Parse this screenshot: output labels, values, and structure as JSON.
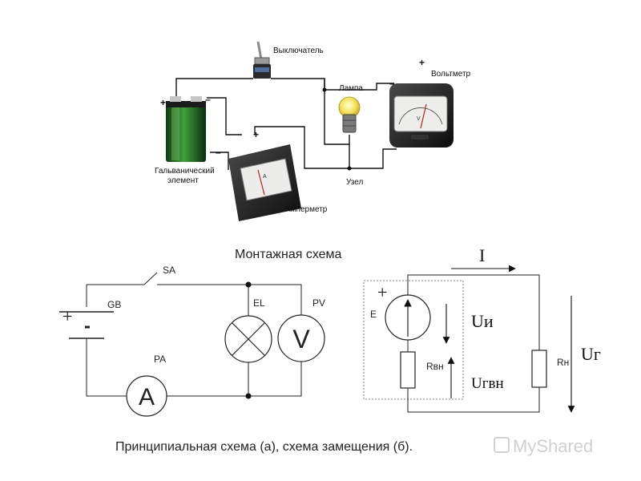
{
  "photo": {
    "switch_label": "Выключатель",
    "lamp_label": "Лампа",
    "voltmeter_label": "Вольтметр",
    "battery_label_line1": "Гальванический",
    "battery_label_line2": "элемент",
    "ammeter_label": "Амперметр",
    "node_label": "Узел",
    "plus": "+",
    "minus": "–"
  },
  "montage_title": "Монтажная схема",
  "schematic_a": {
    "switch": "SA",
    "battery": "GB",
    "lamp": "EL",
    "voltmeter": "PV",
    "ammeter": "PA",
    "ammeter_symbol": "A",
    "voltmeter_symbol": "V",
    "plus": "+"
  },
  "schematic_b": {
    "current": "I",
    "source": "E",
    "internal_resistor": "Rвн",
    "load_resistor": "Rн",
    "source_voltage": "Uи",
    "internal_drop": "Uгвн",
    "load_voltage": "Uг",
    "plus": "+"
  },
  "caption": "Принципиальная схема (а), схема замещения (б).",
  "watermark": "MyShared"
}
